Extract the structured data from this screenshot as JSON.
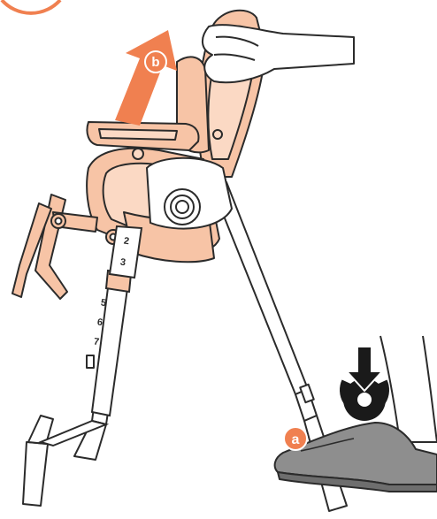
{
  "labels": {
    "step_a": "a",
    "step_b": "b",
    "height_marks": [
      "2",
      "3",
      "5",
      "6",
      "7"
    ]
  },
  "colors": {
    "accent_orange": "#F08050",
    "seat_peach": "#F7C4A6",
    "seat_light": "#FBD9C4",
    "outline": "#2B2B2B",
    "shoe_gray": "#8E8E8E",
    "push_black": "#1A1A1A"
  },
  "icons": {
    "lift_direction": "up-arrow-icon",
    "press_direction": "down-press-icon"
  }
}
